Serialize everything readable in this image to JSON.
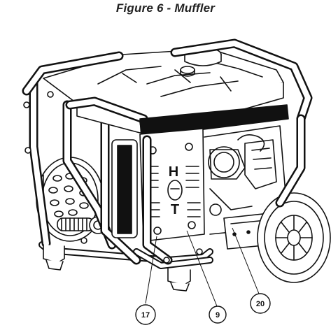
{
  "figure": {
    "title": "Figure 6 - Muffler"
  },
  "callouts": [
    {
      "id": "c17",
      "label": "17"
    },
    {
      "id": "c9",
      "label": "9"
    },
    {
      "id": "c20",
      "label": "20"
    }
  ],
  "panel_letters": {
    "top": "H",
    "bottom": "T"
  },
  "colors": {
    "line": "#111111",
    "fill": "#ffffff",
    "shade": "#d9d9d9",
    "dark": "#333333"
  }
}
